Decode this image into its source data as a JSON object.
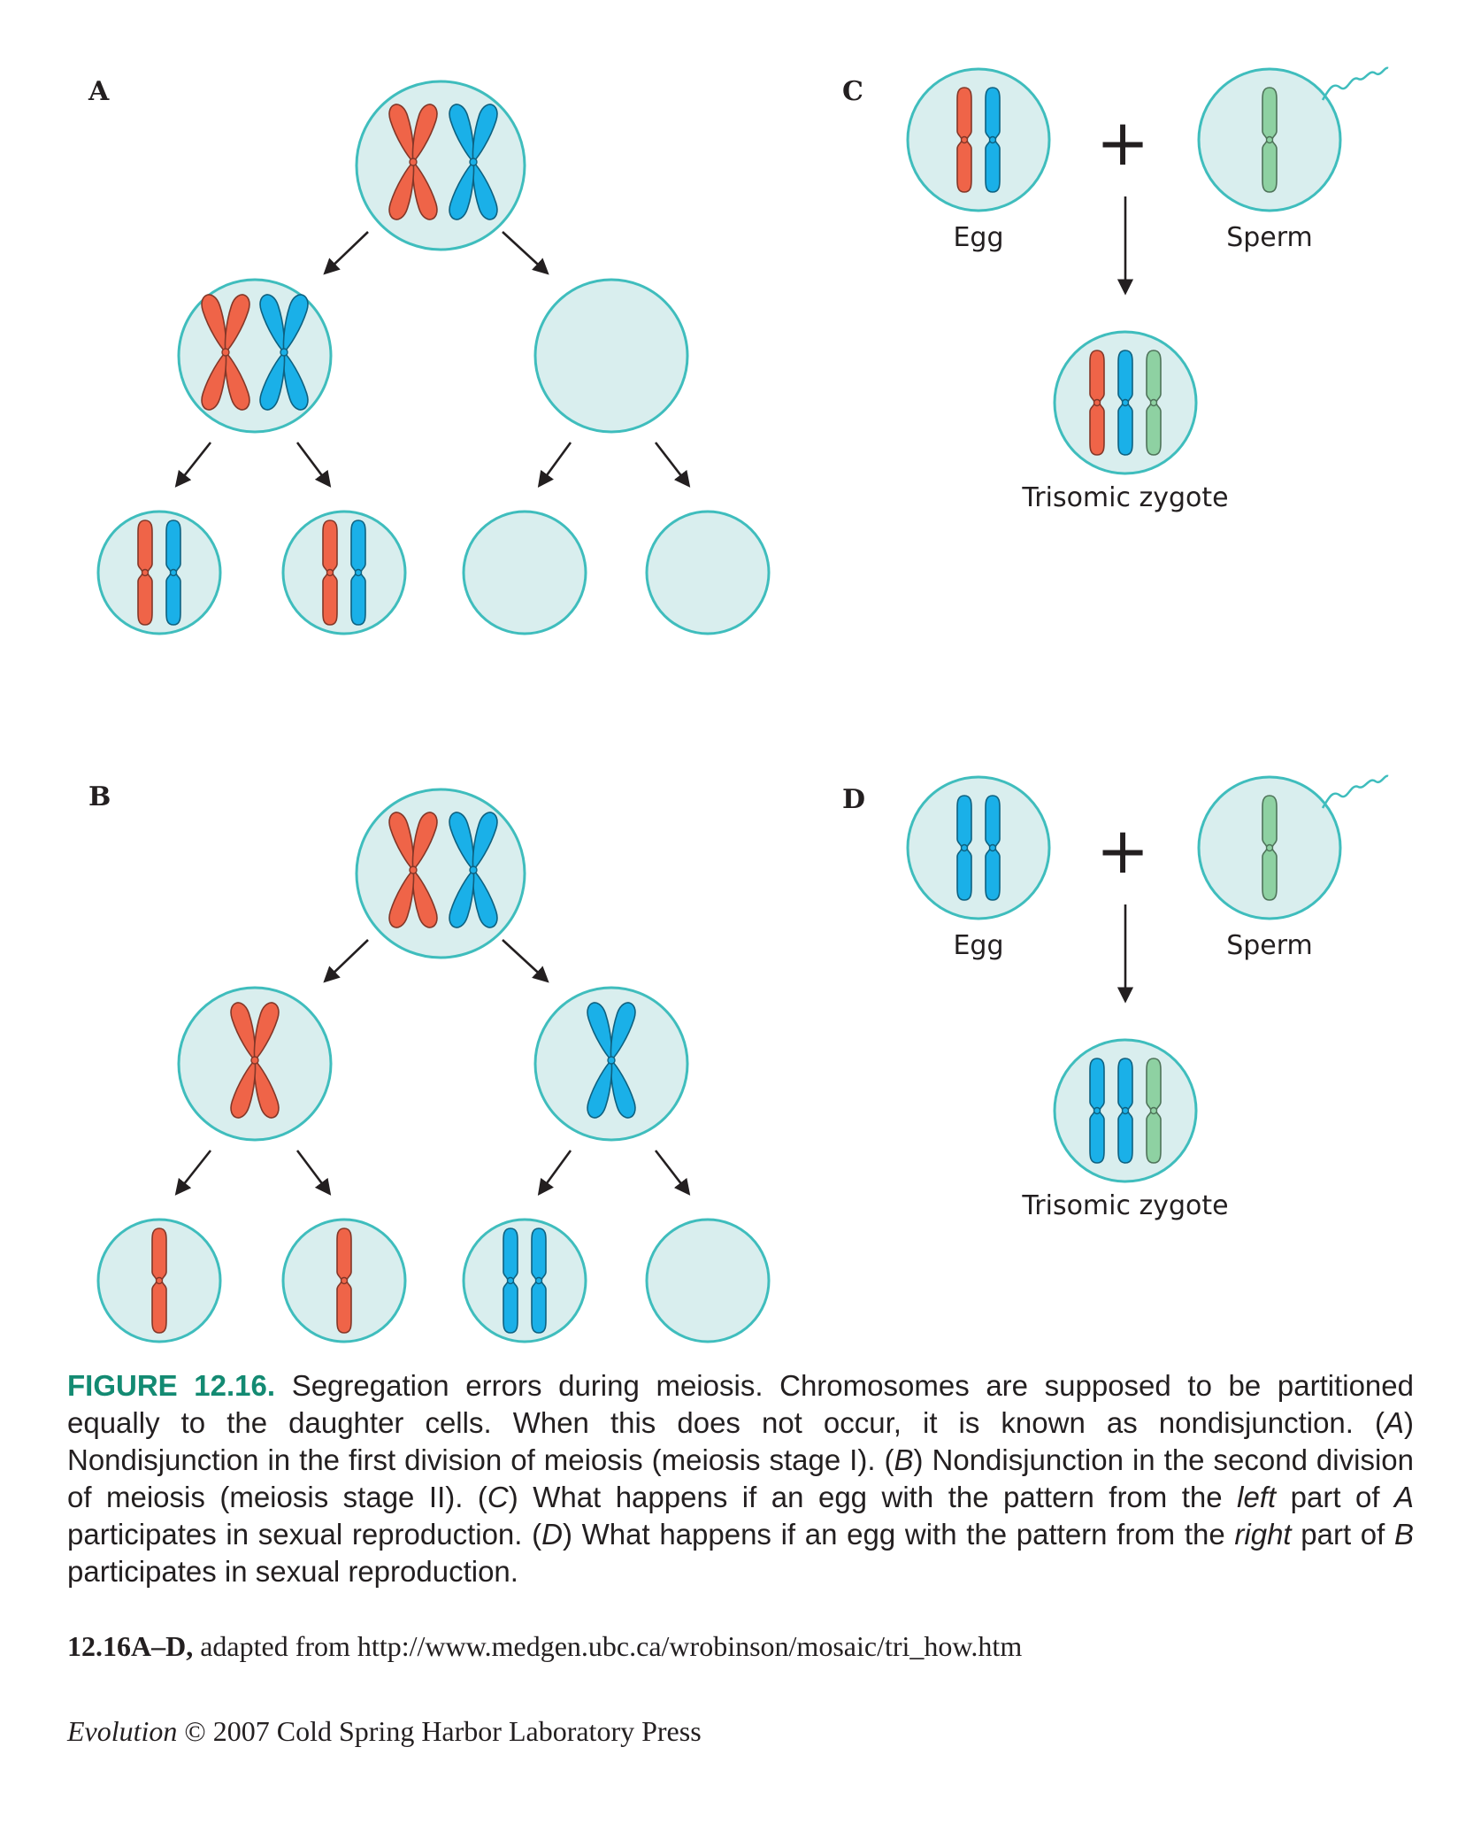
{
  "colors": {
    "cell_fill": "#d9eeee",
    "cell_stroke": "#3fbdbd",
    "maternal_chromosome": "#ef6448",
    "paternal_chromosome": "#1ab0e8",
    "sperm_chromosome": "#8ed1a2",
    "caption_heading": "#138a72",
    "arrow": "#231f20"
  },
  "panels": {
    "a": {
      "letter": "A"
    },
    "b": {
      "letter": "B"
    },
    "c": {
      "letter": "C",
      "egg_label": "Egg",
      "sperm_label": "Sperm",
      "zygote_label": "Trisomic zygote",
      "plus": "+"
    },
    "d": {
      "letter": "D",
      "egg_label": "Egg",
      "sperm_label": "Sperm",
      "zygote_label": "Trisomic zygote",
      "plus": "+"
    }
  },
  "caption": {
    "figure_number": "FIGURE 12.16.",
    "s1": " Segregation errors during meiosis. Chromosomes are supposed to be partitioned equally to the daughter cells. When this does not occur, it is known as nondisjunction. (",
    "a_ref": "A",
    "s2": ") Nondisjunction in the first division of meiosis (meiosis stage I). (",
    "b_ref": "B",
    "s3": ") Nondisjunction in the second division of meiosis (meiosis stage II). (",
    "c_ref": "C",
    "s4": ") What happens if an egg with the pattern from the ",
    "left_word": "left",
    "s5": " part of ",
    "a_ref2": "A",
    "s6": " participates in sexual reproduction. (",
    "d_ref": "D",
    "s7": ") What happens if an egg with the pattern from the ",
    "right_word": "right",
    "s8": " part of ",
    "b_ref2": "B",
    "s9": " participates in sexual reproduction."
  },
  "credit": {
    "id": "12.16A–D,",
    "text": " adapted from http://www.medgen.ubc.ca/wrobinson/mosaic/tri_how.htm"
  },
  "copyright": {
    "title": "Evolution",
    "text": " © 2007 Cold Spring Harbor Laboratory Press"
  }
}
